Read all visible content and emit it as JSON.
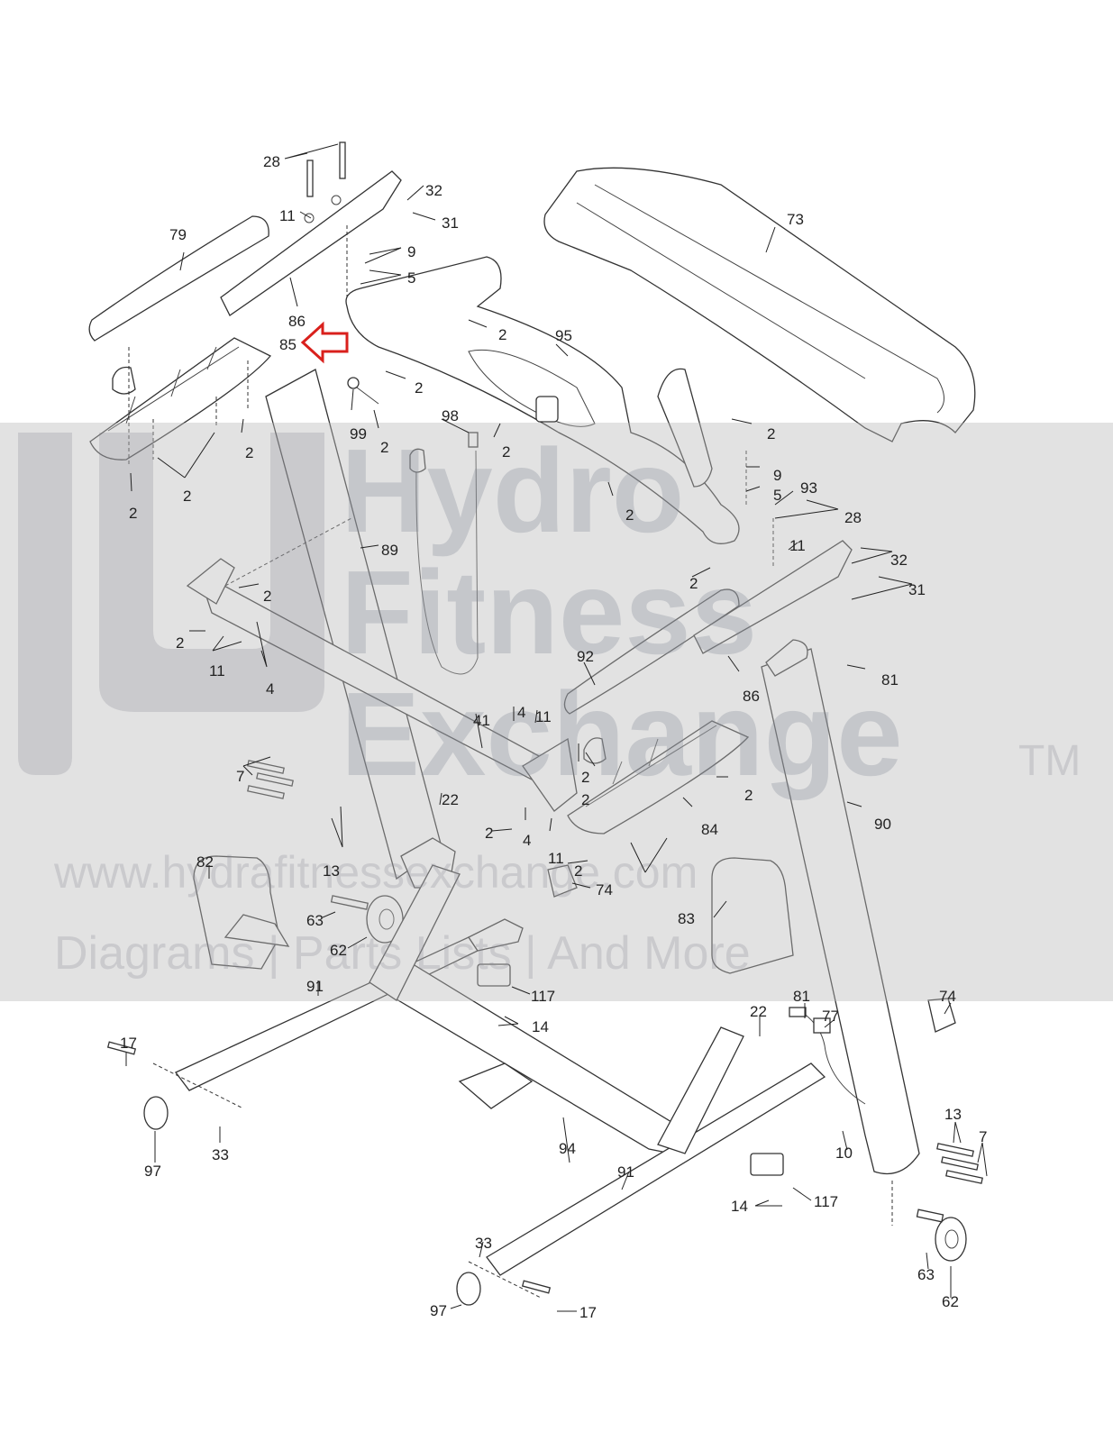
{
  "diagram": {
    "callouts": [
      {
        "id": "c28a",
        "text": "28"
      },
      {
        "id": "c32a",
        "text": "32"
      },
      {
        "id": "c11a",
        "text": "11"
      },
      {
        "id": "c31a",
        "text": "31"
      },
      {
        "id": "c79",
        "text": "79"
      },
      {
        "id": "c9a",
        "text": "9"
      },
      {
        "id": "c5a",
        "text": "5"
      },
      {
        "id": "c86a",
        "text": "86"
      },
      {
        "id": "c85",
        "text": "85"
      },
      {
        "id": "c2a",
        "text": "2"
      },
      {
        "id": "c95",
        "text": "95"
      },
      {
        "id": "c73",
        "text": "73"
      },
      {
        "id": "c2b",
        "text": "2"
      },
      {
        "id": "c99",
        "text": "99"
      },
      {
        "id": "c2c",
        "text": "2"
      },
      {
        "id": "c98",
        "text": "98"
      },
      {
        "id": "c2d",
        "text": "2"
      },
      {
        "id": "c2e",
        "text": "2"
      },
      {
        "id": "c2f",
        "text": "2"
      },
      {
        "id": "c2g",
        "text": "2"
      },
      {
        "id": "c2h",
        "text": "2"
      },
      {
        "id": "c9b",
        "text": "9"
      },
      {
        "id": "c93",
        "text": "93"
      },
      {
        "id": "c5b",
        "text": "5"
      },
      {
        "id": "c2i",
        "text": "2"
      },
      {
        "id": "c28b",
        "text": "28"
      },
      {
        "id": "c11b",
        "text": "11"
      },
      {
        "id": "c32b",
        "text": "32"
      },
      {
        "id": "c31b",
        "text": "31"
      },
      {
        "id": "c2j",
        "text": "2"
      },
      {
        "id": "c89",
        "text": "89"
      },
      {
        "id": "c2k",
        "text": "2"
      },
      {
        "id": "c2l",
        "text": "2"
      },
      {
        "id": "c11c",
        "text": "11"
      },
      {
        "id": "c4a",
        "text": "4"
      },
      {
        "id": "c92",
        "text": "92"
      },
      {
        "id": "c81a",
        "text": "81"
      },
      {
        "id": "c86b",
        "text": "86"
      },
      {
        "id": "c4b",
        "text": "4"
      },
      {
        "id": "c11d",
        "text": "11"
      },
      {
        "id": "c41",
        "text": "41"
      },
      {
        "id": "c7a",
        "text": "7"
      },
      {
        "id": "c2m",
        "text": "2"
      },
      {
        "id": "c2n",
        "text": "2"
      },
      {
        "id": "c22a",
        "text": "22"
      },
      {
        "id": "c2o",
        "text": "2"
      },
      {
        "id": "c84",
        "text": "84"
      },
      {
        "id": "c90",
        "text": "90"
      },
      {
        "id": "c4c",
        "text": "4"
      },
      {
        "id": "c11e",
        "text": "11"
      },
      {
        "id": "c13a",
        "text": "13"
      },
      {
        "id": "c2p",
        "text": "2"
      },
      {
        "id": "c2q",
        "text": "2"
      },
      {
        "id": "c82",
        "text": "82"
      },
      {
        "id": "c74a",
        "text": "74"
      },
      {
        "id": "c83",
        "text": "83"
      },
      {
        "id": "c63a",
        "text": "63"
      },
      {
        "id": "c62a",
        "text": "62"
      },
      {
        "id": "c91a",
        "text": "91"
      },
      {
        "id": "c117a",
        "text": "117"
      },
      {
        "id": "c14a",
        "text": "14"
      },
      {
        "id": "c81b",
        "text": "81"
      },
      {
        "id": "c74b",
        "text": "74"
      },
      {
        "id": "c22b",
        "text": "22"
      },
      {
        "id": "c77",
        "text": "77"
      },
      {
        "id": "c17a",
        "text": "17"
      },
      {
        "id": "c13b",
        "text": "13"
      },
      {
        "id": "c7b",
        "text": "7"
      },
      {
        "id": "c10",
        "text": "10"
      },
      {
        "id": "c33a",
        "text": "33"
      },
      {
        "id": "c94",
        "text": "94"
      },
      {
        "id": "c97a",
        "text": "97"
      },
      {
        "id": "c91b",
        "text": "91"
      },
      {
        "id": "c117b",
        "text": "117"
      },
      {
        "id": "c14b",
        "text": "14"
      },
      {
        "id": "c33b",
        "text": "33"
      },
      {
        "id": "c63b",
        "text": "63"
      },
      {
        "id": "c97b",
        "text": "97"
      },
      {
        "id": "c17b",
        "text": "17"
      },
      {
        "id": "c62b",
        "text": "62"
      }
    ],
    "highlight": {
      "part_number": "85",
      "color": "#d9201c"
    }
  },
  "watermark": {
    "brand_line1": "Hydro",
    "brand_line2": "Fitness",
    "brand_line3": "Exchange",
    "trademark": "TM",
    "url": "www.hydrafitnessexchange.com",
    "tagline": "Diagrams | Parts Lists | And More"
  }
}
